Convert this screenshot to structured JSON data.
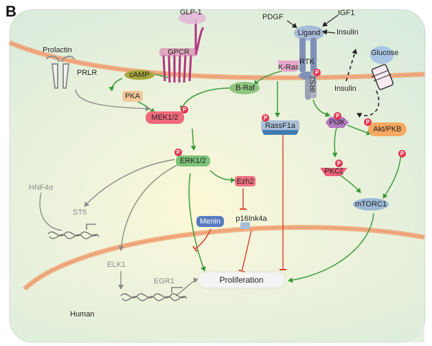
{
  "panel_label": "B",
  "species_label": "Human",
  "nodes": {
    "glp1": "GLP-1",
    "gpcr": "GPCR",
    "camp": "cAMP",
    "pka": "PKA",
    "prolactin": "Prolactin",
    "prlr": "PRLR",
    "pdgf": "PDGF",
    "igf1": "IGF1",
    "ligand": "Ligand",
    "insulin_top": "Insulin",
    "rtk": "RTK",
    "glucose": "Glucose",
    "insulin_side": "Insulin",
    "kras": "K-Ras",
    "braf": "B-Raf",
    "irs2": "IRS2",
    "mek": "MEK1/2",
    "rassf1a": "RassF1a",
    "pi3k": "Pi3K",
    "akt": "Akt/PKB",
    "erk": "ERK1/2",
    "ezh2": "Ezh2",
    "pkcz": "PKCζ",
    "mtorc1": "mTORC1",
    "hnf4a": "HNF4α",
    "st5": "ST5",
    "menin": "Menin",
    "p16": "p16Ink4a",
    "elk1": "ELK1",
    "egr1": "EGR1",
    "proliferation": "Proliferation"
  },
  "phospho_label": "P",
  "colors": {
    "phospho": "#e2344f",
    "activation_arrow": "#3a9a3a",
    "inhibition": "#d9452e",
    "gray_arrow": "#8a8a8a",
    "membrane": "#f0a274",
    "cell_background": "#e3f0e2"
  }
}
